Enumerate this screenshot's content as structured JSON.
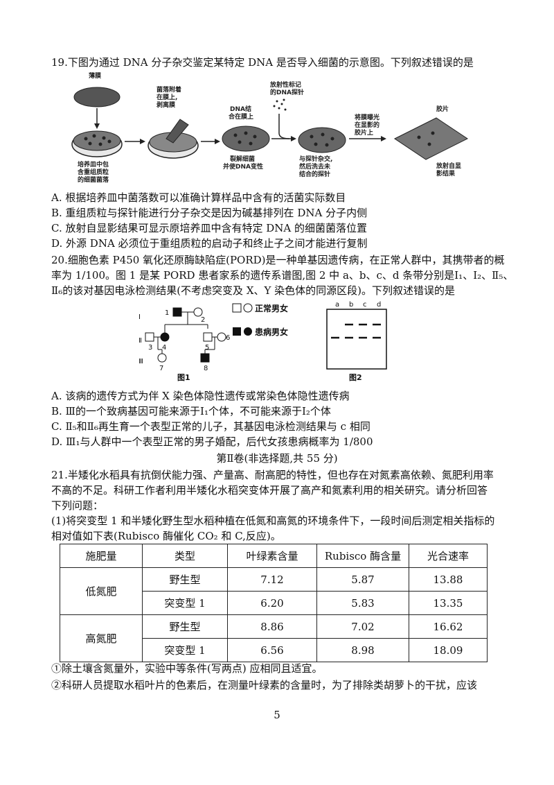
{
  "q19": {
    "stem": "19.下图为通过 DNA 分子杂交鉴定某特定 DNA 是否导入细菌的示意图。下列叙述错误的是",
    "diagram": {
      "l_membrane": "薄膜",
      "l_attach": [
        "菌落附着",
        "在膜上,",
        "剥离膜"
      ],
      "l_dna_bind": [
        "DNA结",
        "合在膜上"
      ],
      "l_probe": [
        "放射性标记",
        "的DNA探针"
      ],
      "l_expose": [
        "将膜曝光",
        "在显影的",
        "胶片上"
      ],
      "l_film": "胶片",
      "l_dish": [
        "培养皿中包",
        "含重组质粒",
        "的细菌菌落"
      ],
      "l_lyse": [
        "裂解细菌",
        "并使DNA变性"
      ],
      "l_hybrid": [
        "与探针杂交,",
        "然后洗去未",
        "结合的探针"
      ],
      "l_result": [
        "放射自显",
        "影结果"
      ]
    },
    "options": [
      "A. 根据培养皿中菌落数可以准确计算样品中含有的活菌实际数目",
      "B. 重组质粒与探针能进行分子杂交是因为碱基排列在 DNA 分子内侧",
      "C. 放射自显影结果可显示原培养皿中含有特定 DNA 的细菌菌落位置",
      "D. 外源 DNA 必须位于重组质粒的启动子和终止子之间才能进行复制"
    ]
  },
  "q20": {
    "stem": [
      "20.细胞色素 P450 氧化还原酶缺陷症(PORD)是一种单基因遗传病，在正常人群中，其携带者的概",
      "率为 1/100。图 1 是某 PORD 患者家系的遗传系谱图,图 2 中 a、b、c、d 条带分别是Ⅰ₁、I₂、Ⅱ₅、",
      "Ⅱ₆的该对基因电泳检测结果(不考虑突变及 X、Y 染色体的同源区段)。下列叙述错误的是"
    ],
    "fig": {
      "gen_I": "Ⅰ",
      "gen_II": "Ⅱ",
      "gen_III": "Ⅲ",
      "nums": [
        "1",
        "2",
        "3",
        "4",
        "5",
        "6",
        "7",
        "8"
      ],
      "legend_normal": "正常男女",
      "legend_affected": "患病男女",
      "cap1": "图1",
      "cap2": "图2",
      "lanes": [
        "a",
        "b",
        "c",
        "d"
      ]
    },
    "options": [
      "A. 该病的遗传方式为伴 X 染色体隐性遗传或常染色体隐性遗传病",
      "B. Ⅲ的一个致病基因可能来源于Ⅰ₁个体，不可能来源于Ⅰ₂个体",
      "C. Ⅱ₅和Ⅱ₆再生育一个表型正常的儿子，其基因电泳检测结果与 c 相同",
      "D. Ⅲ₁与人群中一个表型正常的男子婚配，后代女孩患病概率为 1/800"
    ]
  },
  "section2": "第Ⅱ卷(非选择题,共 55 分)",
  "q21": {
    "stem": [
      "21.半矮化水稻具有抗倒伏能力强、产量高、耐高肥的特性，但也存在对氮素高依赖、氮肥利用率",
      "不高的不足。科研工作者利用半矮化水稻突变体开展了高产和氮素利用的相关研究。请分析回答",
      "下列问题：",
      "(1)将突变型 1 和半矮化野生型水稻种植在低氮和高氮的环境条件下，一段时间后测定相关指标的",
      "相对值如下表(Rubisco 酶催化 CO₂ 和 C,反应)。"
    ],
    "table": {
      "headers": [
        "施肥量",
        "类型",
        "叶绿素含量",
        "Rubisco 酶含量",
        "光合速率"
      ],
      "group_low": "低氮肥",
      "group_high": "高氮肥",
      "rows": [
        [
          "野生型",
          "7.12",
          "5.87",
          "13.88"
        ],
        [
          "突变型 1",
          "6.20",
          "5.83",
          "13.35"
        ],
        [
          "野生型",
          "8.86",
          "7.02",
          "16.62"
        ],
        [
          "突变型  1",
          "6.56",
          "8.98",
          "18.09"
        ]
      ]
    },
    "notes": [
      "①除土壤含氮量外，实验中等条件(写两点) 应相同且适宜。",
      "②科研人员提取水稻叶片的色素后，在测量叶绿素的含量时，为了排除类胡萝卜的干扰，应该"
    ]
  },
  "page_number": "5"
}
